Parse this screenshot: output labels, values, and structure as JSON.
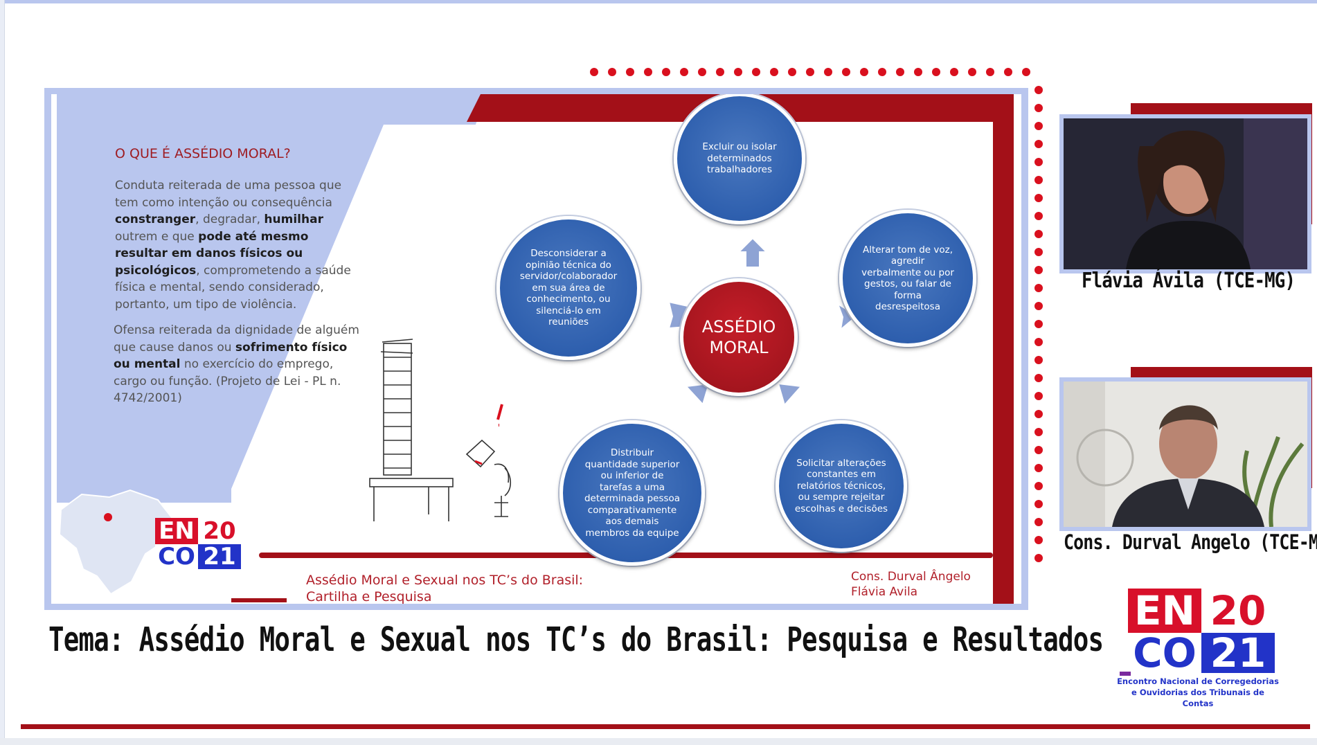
{
  "slide": {
    "question_title": "O QUE É ASSÉDIO MORAL?",
    "paragraph1_html": "Conduta reiterada de uma pessoa que tem como intenção ou consequência <b>constranger</b>, degradar, <b>humilhar</b> outrem e que <b>pode até mesmo resultar em danos físicos ou psicológicos</b>, comprometendo a saúde física e mental, sendo considerado, portanto, um tipo de violência.",
    "paragraph2_html": "Ofensa reiterada da dignidade de alguém que cause danos ou <b>sofrimento físico ou mental</b> no exercício do emprego, cargo ou função. (Projeto de Lei - PL n. 4742/2001)",
    "center_label": "ASSÉDIO MORAL",
    "circles": [
      "Excluir ou isolar determinados trabalhadores",
      "Alterar tom de voz, agredir verbalmente ou por gestos, ou falar de forma desrespeitosa",
      "Solicitar alterações constantes em relatórios técnicos, ou sempre rejeitar escolhas e decisões",
      "Distribuir quantidade superior ou inferior de tarefas a uma determinada pessoa comparativamente aos demais membros da equipe",
      "Desconsiderar a opinião técnica do servidor/colaborador em sua área de conhecimento, ou silenciá-lo em reuniões"
    ],
    "footer_title": "Assédio Moral e Sexual nos TC’s do Brasil: Cartilha e Pesquisa",
    "footer_authors": [
      "Cons. Durval Ângelo",
      "Flávia Avila"
    ]
  },
  "logo": {
    "top_left": "EN",
    "top_right": "20",
    "bottom_left": "CO",
    "bottom_right": "21",
    "subtitle_line1": "Encontro Nacional de Corregedorias",
    "subtitle_line2": "e Ouvidorias dos Tribunais de Contas"
  },
  "speakers": [
    {
      "name": "Flávia Ávila (TCE-MG)"
    },
    {
      "name": "Cons. Durval Angelo (TCE-MG)"
    }
  ],
  "theme": "Tema: Assédio Moral e Sexual nos TC’s do Brasil: Pesquisa e Resultados",
  "colors": {
    "accent_red": "#a31018",
    "dot_red": "#d9101e",
    "slide_blue": "#b9c6ee",
    "circle_blue": "#2e5fae",
    "logo_red": "#d8102a",
    "logo_blue": "#2233c8",
    "logo_purple": "#7a2a9e"
  }
}
